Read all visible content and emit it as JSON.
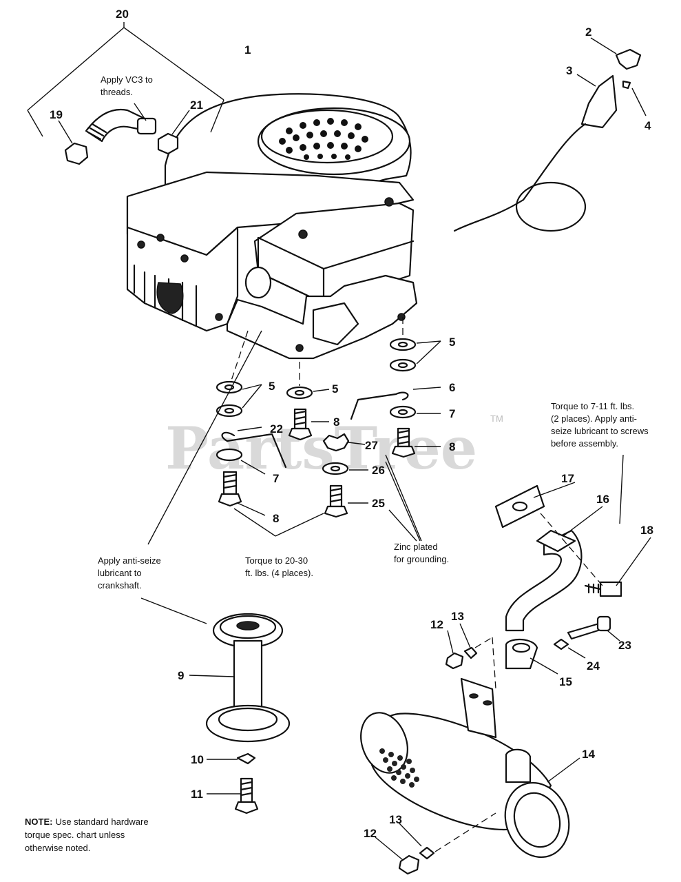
{
  "watermark": {
    "brand": "PartsTree",
    "trademark": "TM"
  },
  "callouts": [
    "20",
    "1",
    "2",
    "3",
    "4",
    "19",
    "21",
    "5",
    "5",
    "5",
    "6",
    "7",
    "8",
    "22",
    "27",
    "8",
    "7",
    "26",
    "8",
    "25",
    "17",
    "16",
    "18",
    "9",
    "12",
    "13",
    "23",
    "24",
    "15",
    "14",
    "10",
    "11",
    "13",
    "12"
  ],
  "notes": {
    "vc3": [
      "Apply VC3 to",
      "threads."
    ],
    "torque_7_11": [
      "Torque to 7-11 ft. lbs.",
      "(2 places). Apply anti-",
      "seize lubricant to screws",
      "before assembly."
    ],
    "anti_seize": [
      "Apply anti-seize",
      "lubricant to",
      "crankshaft."
    ],
    "torque_20_30": [
      "Torque to 20-30",
      "ft. lbs. (4 places)."
    ],
    "zinc": [
      "Zinc plated",
      "for grounding."
    ],
    "standard": {
      "lead": "NOTE:",
      "lines": [
        "Use standard hardware",
        "torque spec. chart unless",
        "otherwise noted."
      ]
    }
  }
}
